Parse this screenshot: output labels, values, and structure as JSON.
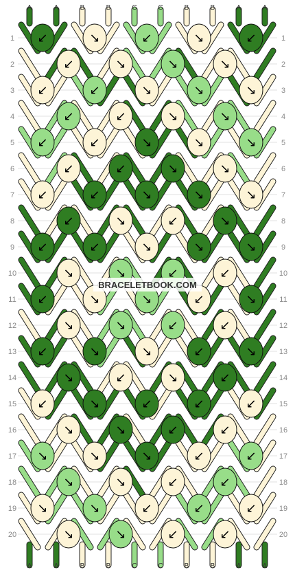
{
  "pattern": {
    "watermark": "BRACELETBOOK.COM",
    "colors": {
      "A": "#2f7d22",
      "B": "#fdf4d7",
      "C": "#98dd89"
    },
    "top_labels": [
      "A",
      "A",
      "B",
      "B",
      "C",
      "C",
      "B",
      "B",
      "A",
      "A"
    ],
    "bottom_labels": [
      "A",
      "A",
      "B",
      "B",
      "C",
      "C",
      "B",
      "B",
      "A",
      "A"
    ],
    "row_labels": [
      "1",
      "2",
      "3",
      "4",
      "5",
      "6",
      "7",
      "8",
      "9",
      "10",
      "11",
      "12",
      "13",
      "14",
      "15",
      "16",
      "17",
      "18",
      "19",
      "20"
    ],
    "knots": [
      [
        "A:↙",
        "B:↘",
        "C:↙",
        "B:↘",
        "A:↙"
      ],
      [
        "B:↙",
        "B:↘",
        "C:↘",
        "B:↘"
      ],
      [
        "B:↙",
        "C:↙",
        "B:↘",
        "C:↘",
        "B:↘"
      ],
      [
        "C:↙",
        "B:↙",
        "B:↘",
        "C:↘"
      ],
      [
        "C:↙",
        "B:↙",
        "A:↘",
        "B:↘",
        "C:↘"
      ],
      [
        "B:↙",
        "A:↙",
        "A:↘",
        "B:↘"
      ],
      [
        "B:↙",
        "A:↙",
        "A:↘",
        "A:↘",
        "B:↘"
      ],
      [
        "A:↙",
        "B:↘",
        "B:↙",
        "A:↘"
      ],
      [
        "A:↙",
        "A:↙",
        "B:↘",
        "A:↘",
        "A:↘"
      ],
      [
        "B:↘",
        "C:↘",
        "C:↙",
        "B:↙"
      ],
      [
        "A:↙",
        "B:↘",
        "C:↘",
        "B:↙",
        "A:↘"
      ],
      [
        "B:↘",
        "C:↘",
        "C:↙",
        "B:↙"
      ],
      [
        "A:↙",
        "A:↘",
        "B:↘",
        "A:↙",
        "A:↘"
      ],
      [
        "A:↘",
        "B:↙",
        "B:↘",
        "A:↙"
      ],
      [
        "B:↙",
        "A:↘",
        "A:↙",
        "A:↙",
        "B:↙"
      ],
      [
        "B:↘",
        "A:↘",
        "A:↙",
        "B:↙"
      ],
      [
        "C:↘",
        "B:↘",
        "A:↘",
        "B:↙",
        "C:↙"
      ],
      [
        "C:↘",
        "B:↘",
        "B:↙",
        "C:↙"
      ],
      [
        "B:↘",
        "C:↘",
        "B:↙",
        "C:↙",
        "B:↙"
      ],
      [
        "B:↘",
        "C:↘",
        "B:↙",
        "B:↙"
      ]
    ],
    "links": [
      "AABBCCBBAA",
      "BAABCCABBA",
      "BBCAABCCAB",
      "BCBBAACBCB",
      "CCBBBAACBC",
      "BCABAABBCB",
      "BBAAAAABBB",
      "ABBAABABAA",
      "AAAABABAAA",
      "AABBCAABBA",
      "ABBCBCAABA",
      "BABCCBBABA",
      "AABCABBAAA",
      "AAABBAAAAA",
      "BAAAABAABA",
      "BBAABAAABB",
      "CBBAAABBCB",
      "CCBBABBCCB",
      "BCCBBBCCBB",
      "BBCCBBCCBB"
    ]
  }
}
